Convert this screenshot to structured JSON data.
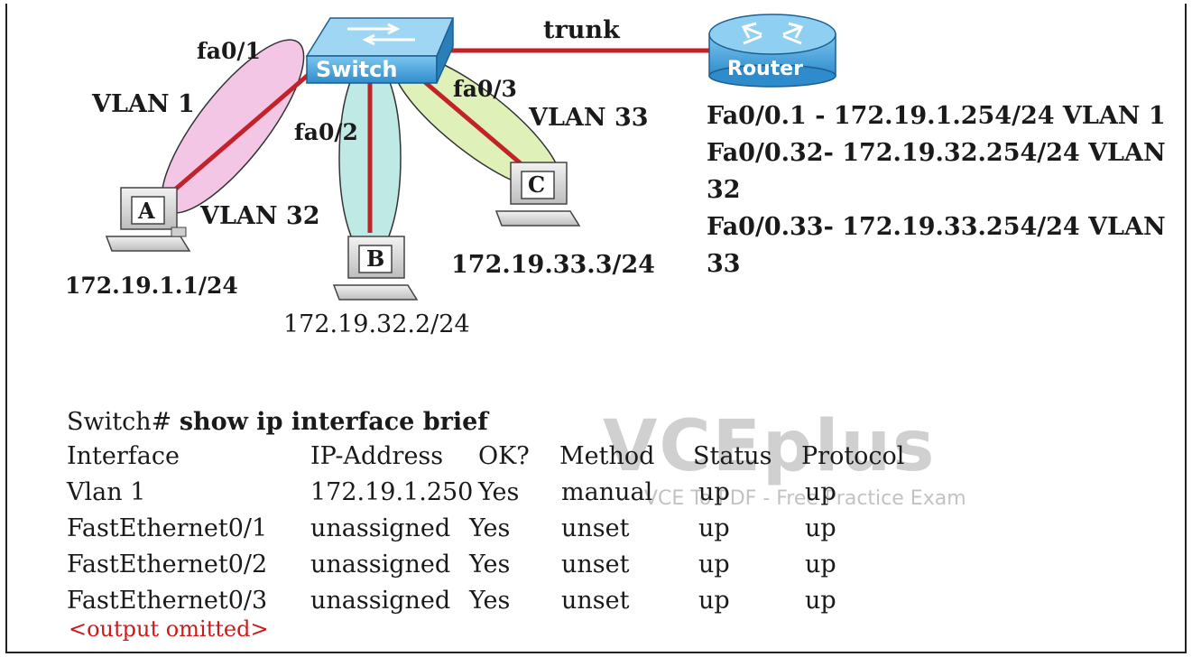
{
  "diagram": {
    "trunk_label": "trunk",
    "switch_label": "Switch",
    "router_label": "Router",
    "port_labels": [
      "fa0/1",
      "fa0/2",
      "fa0/3"
    ],
    "vlan_labels": [
      "VLAN 1",
      "VLAN 32",
      "VLAN 33"
    ],
    "hosts": [
      {
        "name": "A",
        "ip": "172.19.1.1/24"
      },
      {
        "name": "B",
        "ip": "172.19.32.2/24"
      },
      {
        "name": "C",
        "ip": "172.19.33.3/24"
      }
    ],
    "router_subinterfaces": [
      "Fa0/0.1 - 172.19.1.254/24 VLAN 1",
      "Fa0/0.32- 172.19.32.254/24 VLAN 32",
      "Fa0/0.33- 172.19.33.254/24 VLAN 33"
    ],
    "colors": {
      "link": "#c2222a",
      "vlan1_fill": "#f3c6e6",
      "vlan32_fill": "#bfe9e4",
      "vlan33_fill": "#dff0b8",
      "device_blue": "#3a9fd8"
    }
  },
  "terminal": {
    "prompt": "Switch#",
    "command": "show ip interface brief",
    "headers": [
      "Interface",
      "IP-Address",
      "OK?",
      "Method",
      "Status",
      "Protocol"
    ],
    "rows": [
      [
        "Vlan 1",
        "172.19.1.250",
        "Yes",
        "manual",
        "up",
        "up"
      ],
      [
        "FastEthernet0/1",
        "unassigned",
        "Yes",
        "unset",
        "up",
        "up"
      ],
      [
        "FastEthernet0/2",
        "unassigned",
        "Yes",
        "unset",
        "up",
        "up"
      ],
      [
        "FastEthernet0/3",
        "unassigned",
        "Yes",
        "unset",
        "up",
        "up"
      ]
    ],
    "omitted": "<output omitted>"
  },
  "watermark": {
    "brand": "VCEplus",
    "tagline": "VCE To PDF - Free Practice Exam"
  }
}
